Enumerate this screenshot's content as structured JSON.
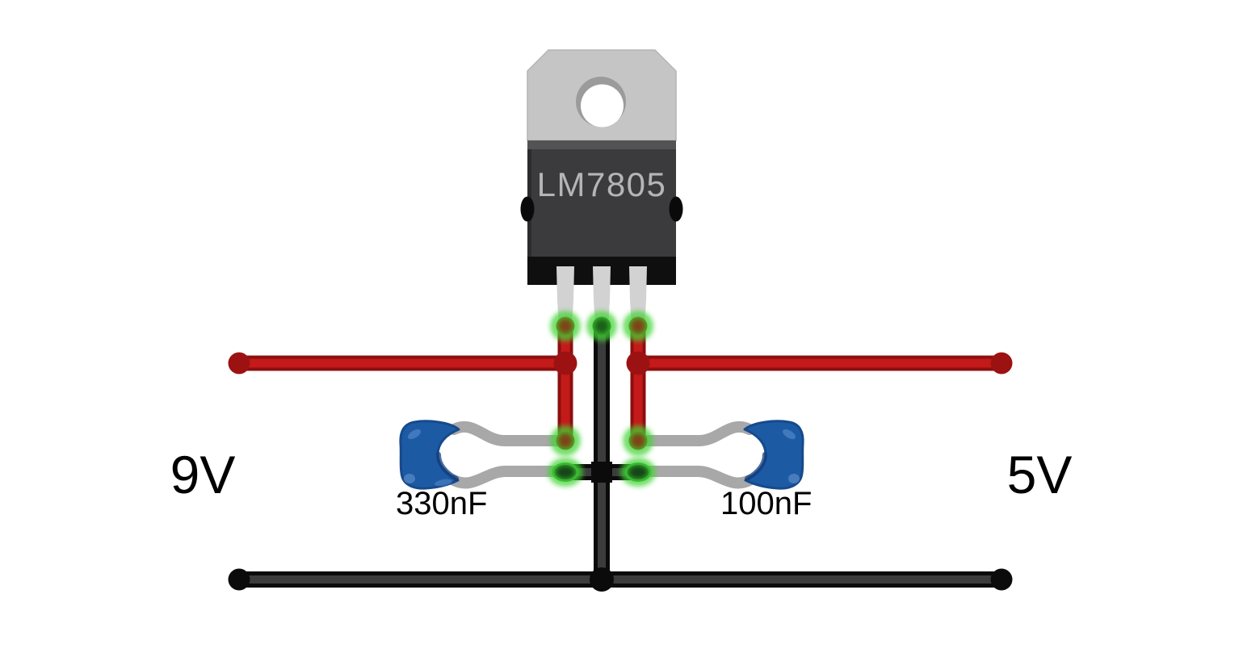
{
  "diagram": {
    "type": "circuit-illustration",
    "chip": {
      "label": "LM7805",
      "package": "TO-220"
    },
    "rails": {
      "input": "9V",
      "output": "5V"
    },
    "capacitors": [
      {
        "label": "330nF",
        "position": "input-side"
      },
      {
        "label": "100nF",
        "position": "output-side"
      }
    ]
  },
  "colors": {
    "background": "#ffffff",
    "wire_red_core": "#c41a1a",
    "wire_red_outline": "#8c0f0f",
    "wire_red_junction": "#9c1212",
    "wire_black_core": "#3c3c3c",
    "wire_black_outline": "#0b0b0b",
    "capacitor_blue": "#1d5aa4",
    "capacitor_blue_dark": "#164a8c",
    "capacitor_blue_light": "#4f83c4",
    "lead_gray": "#a8a8a8",
    "chip_tab_gray": "#c5c5c5",
    "chip_body_dark": "#3b3b3d",
    "chip_strip_black": "#0f0f0f",
    "leg_gray": "#d2d2d2",
    "chip_text": "#b5b5b5",
    "connection_glow_green": "#3fd433",
    "label_text": "#000000"
  }
}
